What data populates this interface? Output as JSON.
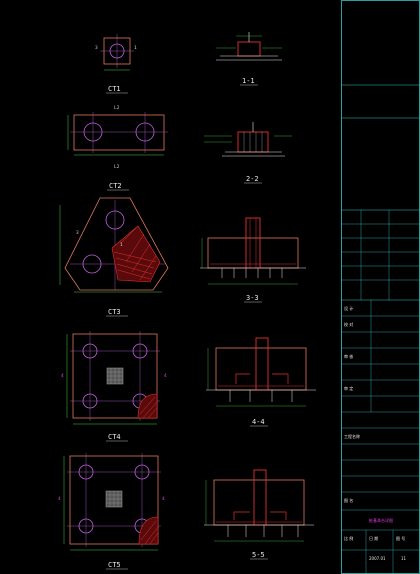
{
  "colors": {
    "background": "#000000",
    "outline": "#e0785a",
    "bolt": "#c060e0",
    "rebar": "#e03030",
    "dimension": "#40d040",
    "title_block": "#30c8c8",
    "text": "#e8e8e8",
    "highlight": "#e040e0"
  },
  "plans": [
    {
      "caption": "CT1",
      "marks": [
        "3",
        "1"
      ]
    },
    {
      "caption": "CT2",
      "marks": [
        "L2",
        "L2"
      ]
    },
    {
      "caption": "CT3",
      "marks": [
        "3",
        "1"
      ]
    },
    {
      "caption": "CT4",
      "marks": [
        "4",
        "4"
      ]
    },
    {
      "caption": "CT5",
      "marks": [
        "4",
        "4"
      ]
    }
  ],
  "sections": [
    {
      "caption": "1-1"
    },
    {
      "caption": "2-2"
    },
    {
      "caption": "3-3"
    },
    {
      "caption": "4-4"
    },
    {
      "caption": "5-5"
    }
  ],
  "title_block": {
    "designer_label": "设 计",
    "checker_label": "校 对",
    "reviewer_label": "审 核",
    "approver_label": "审 定",
    "project_label": "工程名称",
    "drawing_label": "图 名",
    "drawing_name": "桩基承台详图",
    "scale_label": "比 例",
    "date_label": "日 期",
    "drawing_no_label": "图 号",
    "date_value": "2007.01",
    "sheet_value": "11"
  }
}
